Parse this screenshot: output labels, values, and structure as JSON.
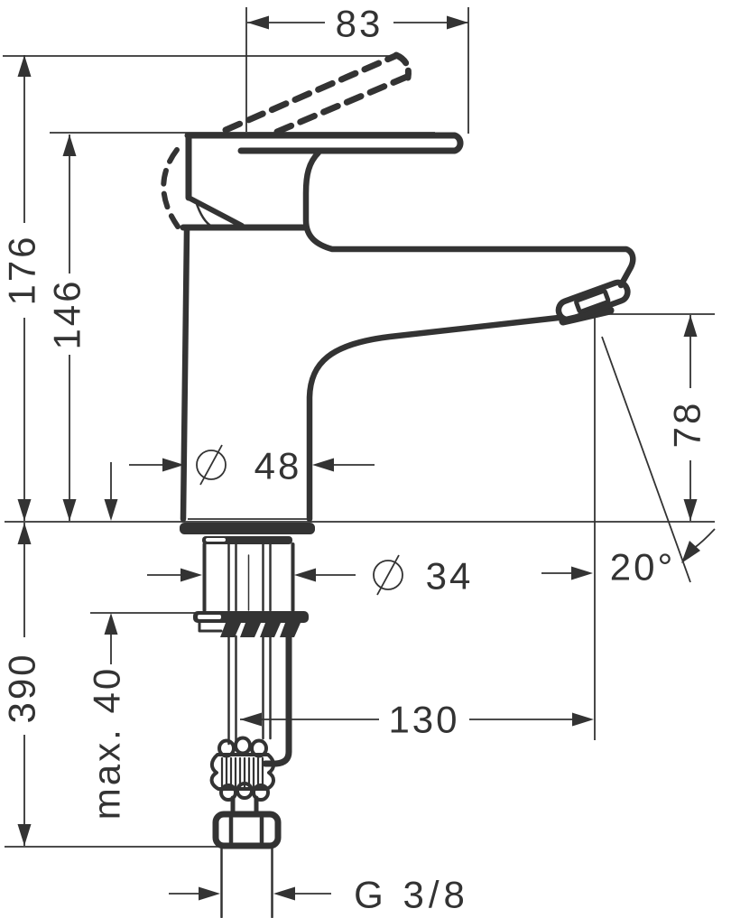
{
  "drawing": {
    "type": "technical dimension drawing",
    "subject": "single-lever basin mixer faucet, side view with below-counter supply connection",
    "units": "mm",
    "line_color": "#333333",
    "background_color": "#ffffff"
  },
  "labels": {
    "handle_width": "83",
    "total_height": "176",
    "body_height": "146",
    "spout_height": "78",
    "body_diameter_symbol": "⌀",
    "body_diameter": "48",
    "shank_diameter_symbol": "⌀",
    "shank_diameter": "34",
    "spout_angle": "20°",
    "spout_reach": "130",
    "hose_length": "390",
    "max_mounting_thickness": "max. 40",
    "connection_thread": "G 3/8"
  }
}
